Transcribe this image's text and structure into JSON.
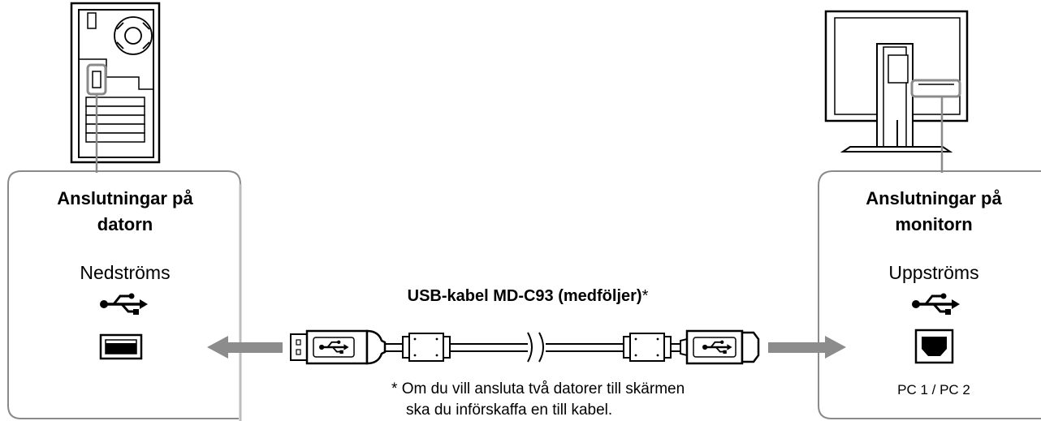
{
  "computer": {
    "panel_title_line1": "Anslutningar på",
    "panel_title_line2": "datorn",
    "port_label": "Nedströms"
  },
  "monitor": {
    "panel_title_line1": "Anslutningar på",
    "panel_title_line2": "monitorn",
    "port_label": "Uppströms",
    "pc_label": "PC 1 / PC 2"
  },
  "cable": {
    "label": "USB-kabel MD-C93 (medföljer)",
    "asterisk": "*"
  },
  "footnote": {
    "marker": "*",
    "line1": "Om du vill ansluta två datorer till skärmen",
    "line2": "ska du införskaffa en till kabel."
  },
  "colors": {
    "line": "#000000",
    "panel_border": "#8a8a8a",
    "callout": "#8a8a8a",
    "arrow": "#8c8c8c"
  }
}
